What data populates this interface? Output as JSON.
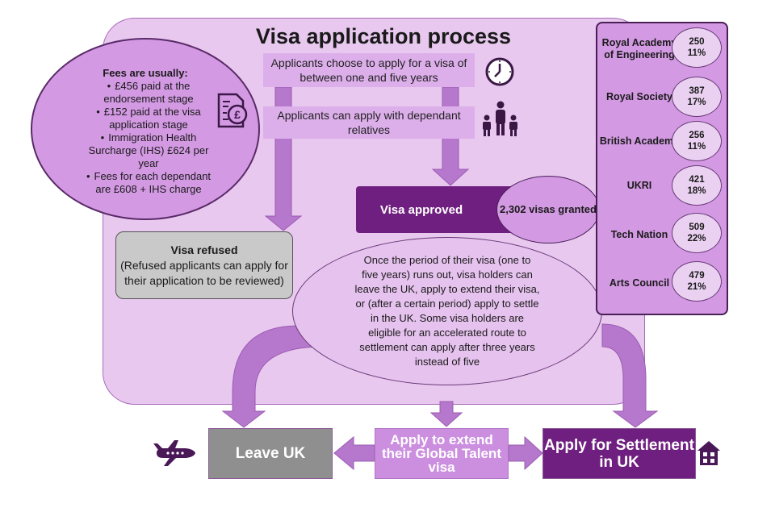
{
  "title": "Visa application process",
  "fees": {
    "heading": "Fees are usually:",
    "items": [
      "£456 paid at the endorsement stage",
      "£152 paid at the visa application stage",
      "Immigration Health Surcharge (IHS) £624 per year",
      "Fees for each dependant are £608 + IHS charge"
    ]
  },
  "steps": {
    "choose": "Applicants choose to apply for a visa of between one and five years",
    "dependants": "Applicants can apply with dependant relatives"
  },
  "refused": {
    "heading": "Visa refused",
    "body": "(Refused applicants can apply for their application to be reviewed)"
  },
  "approved": "Visa approved",
  "granted": "2,302 visas granted",
  "once_text": "Once the period of their visa (one to five years) runs out, visa holders can leave the UK, apply to extend their visa, or (after a certain period) apply to settle in the UK. Some visa holders are eligible for an accelerated route to settlement can apply after three years instead of five",
  "endorsing_bodies": [
    {
      "name": "Royal Academy of Engineering",
      "count": "250",
      "pct": "11%"
    },
    {
      "name": "Royal Society",
      "count": "387",
      "pct": "17%"
    },
    {
      "name": "British Academy",
      "count": "256",
      "pct": "11%"
    },
    {
      "name": "UKRI",
      "count": "421",
      "pct": "18%"
    },
    {
      "name": "Tech Nation",
      "count": "509",
      "pct": "22%"
    },
    {
      "name": "Arts Council",
      "count": "479",
      "pct": "21%"
    }
  ],
  "outcomes": {
    "leave": "Leave UK",
    "extend": "Apply to extend their Global Talent visa",
    "settle": "Apply for Settlement in UK"
  },
  "icons": {
    "fees": "pound-document-icon",
    "clock": "clock-icon",
    "family": "family-icon",
    "plane": "airplane-icon",
    "house": "house-icon"
  },
  "colors": {
    "panel": "#e8c8ef",
    "light_purple": "#d39ae3",
    "dark_purple": "#6f1f7f",
    "arrow": "#b678cc",
    "refused_grey": "#c9c9c9",
    "leave_grey": "#8f8f8f"
  }
}
